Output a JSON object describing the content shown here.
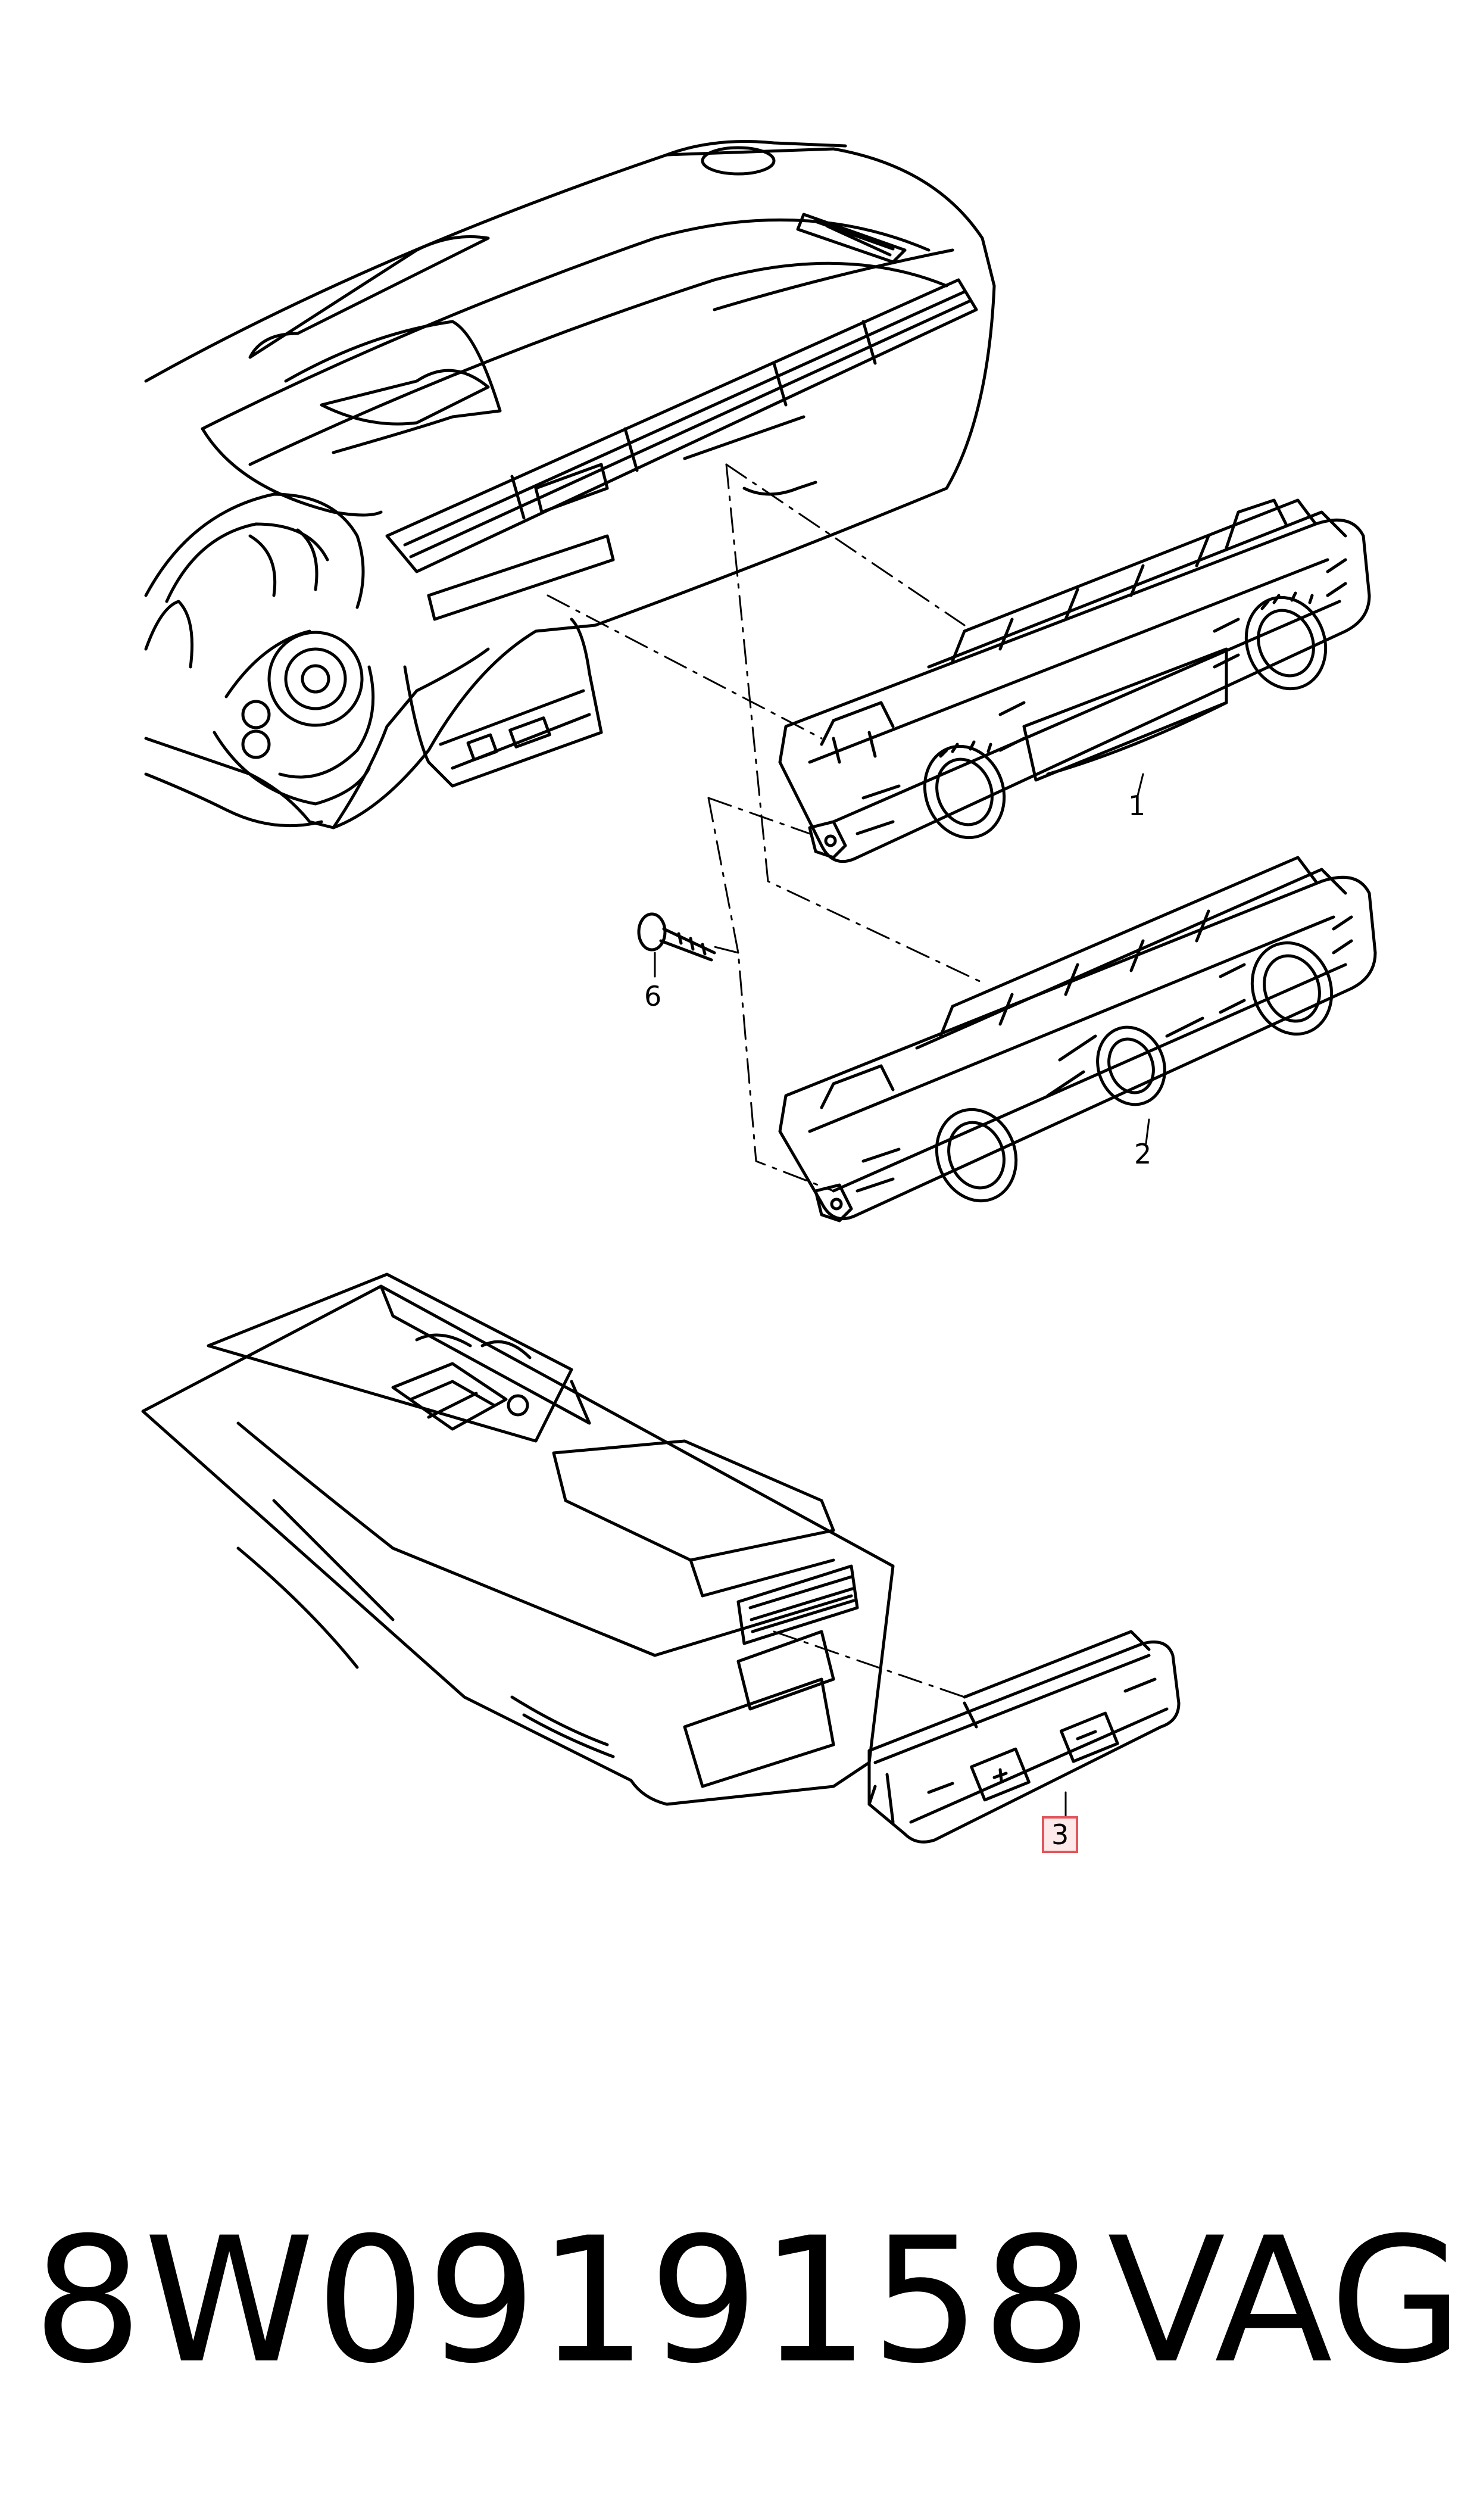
{
  "callouts": {
    "c1": "1",
    "c2": "2",
    "c3": "3",
    "c6": "6"
  },
  "footer": {
    "part_number": "8W0919158",
    "brand": "VAG"
  },
  "colors": {
    "line": "#000000",
    "highlight_border": "#e0565b",
    "highlight_fill": "#fde9ea"
  }
}
